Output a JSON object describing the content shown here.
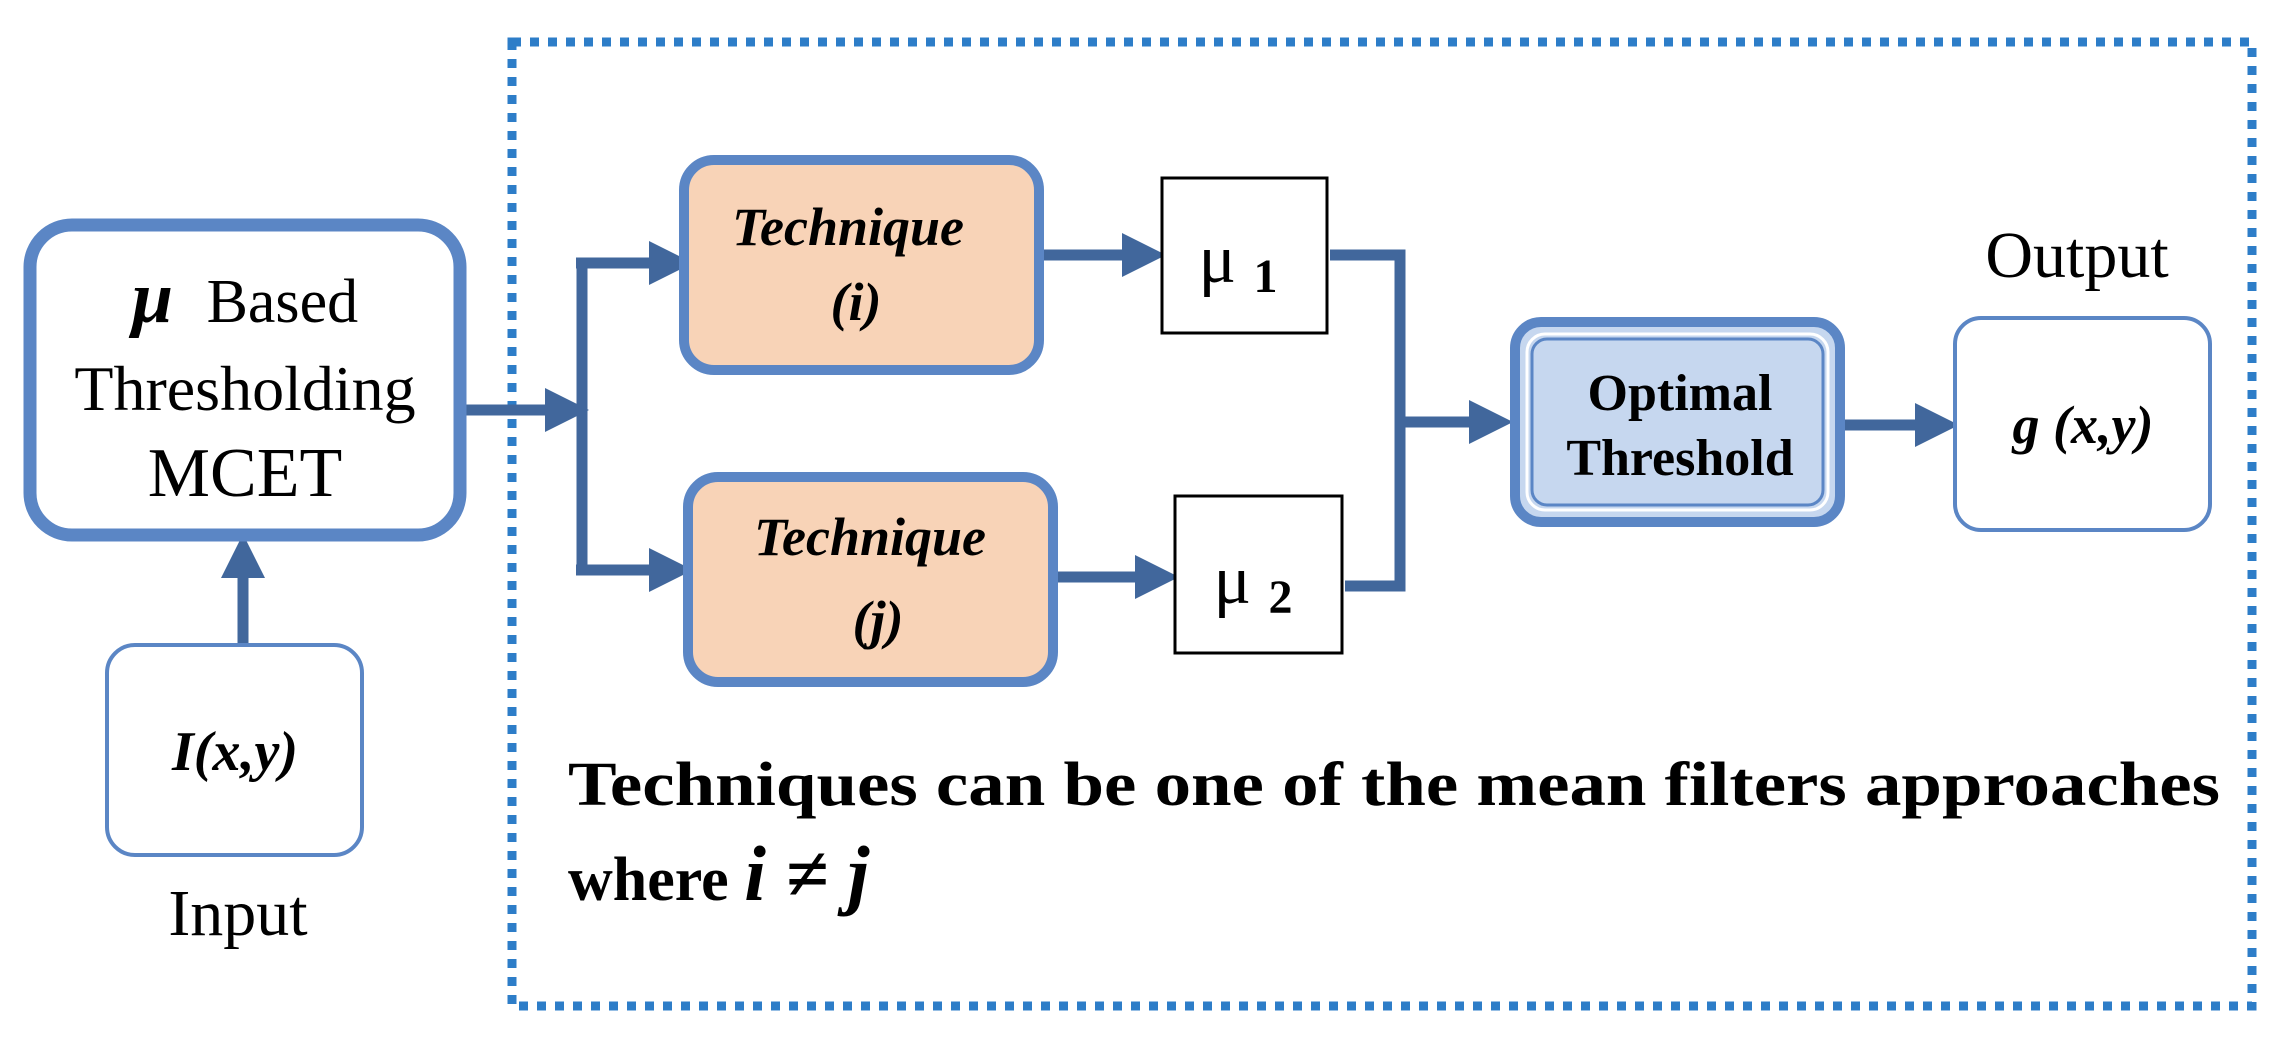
{
  "diagram": {
    "nodes": {
      "mcet": {
        "symbol": "μ",
        "line1": "Based",
        "line2": "Thresholding",
        "line3": "MCET"
      },
      "input_node": {
        "label": "I(x,y)",
        "caption": "Input"
      },
      "technique_i": {
        "line1": "Technique",
        "line2": "(i)"
      },
      "technique_j": {
        "line1": "Technique",
        "line2": "(j)"
      },
      "mu1": {
        "base": "μ",
        "sub": "1"
      },
      "mu2": {
        "base": "μ",
        "sub": "2"
      },
      "optimal": {
        "line1": "Optimal",
        "line2": "Threshold"
      },
      "output_node": {
        "label": "g (x,y)",
        "caption": "Output"
      }
    },
    "note": {
      "line1": "Techniques can be one of the mean filters approaches",
      "line2_prefix": "where ",
      "line2_math": "i ≠ j"
    },
    "colors": {
      "arrow": "#41679c",
      "box_border": "#5b86c5",
      "technique_fill": "#f8d3b7",
      "optimal_fill": "#c6d7ef",
      "dotted_border": "#2d7dc8",
      "black": "#000000"
    }
  }
}
